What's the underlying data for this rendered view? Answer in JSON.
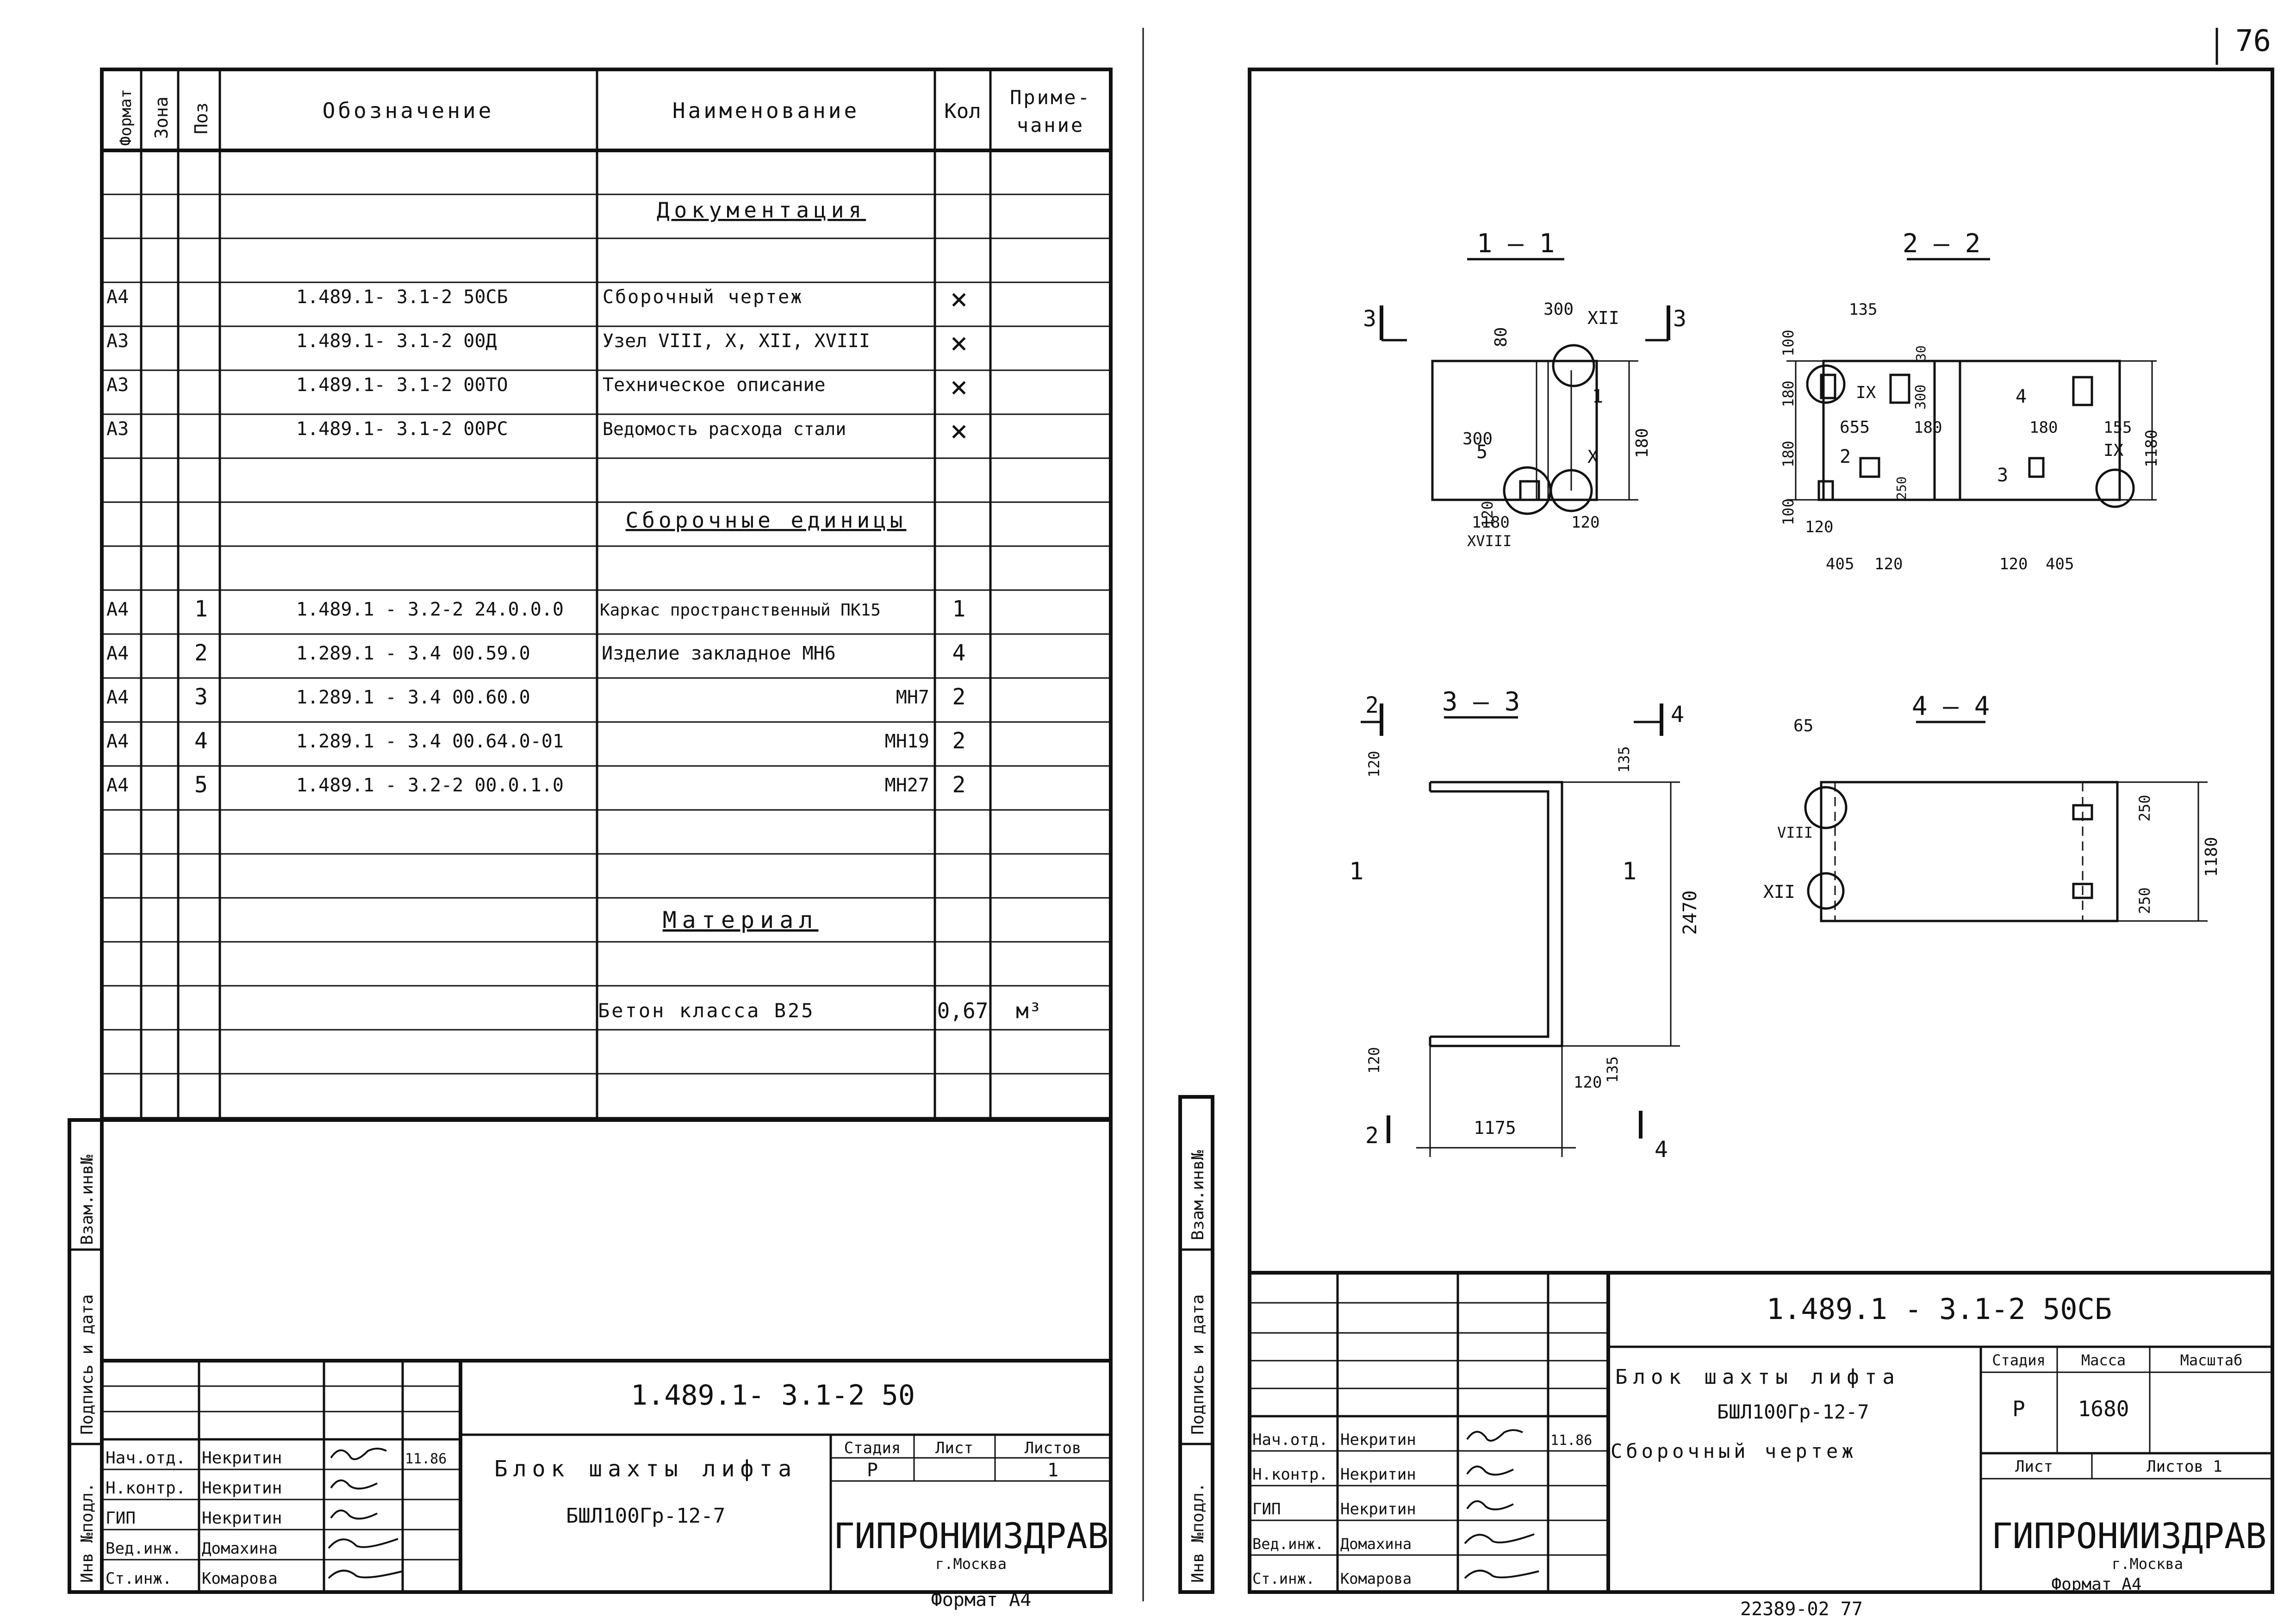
{
  "sheet_number": "76",
  "spec": {
    "header": {
      "format": "Формат",
      "zone": "Зона",
      "pos": "Поз",
      "designation": "Обозначение",
      "name": "Наименование",
      "qty": "Кол",
      "note_line1": "Приме-",
      "note_line2": "чание"
    },
    "sections": {
      "documentation": "Документация",
      "assembly_units": "Сборочные единицы",
      "material": "Материал"
    },
    "doc_rows": [
      {
        "format": "А4",
        "designation": "1.489.1- 3.1-2 50СБ",
        "name": "Сборочный чертеж",
        "qty": "×"
      },
      {
        "format": "А3",
        "designation": "1.489.1- 3.1-2 00Д",
        "name": "Узел VIII, X, XII, XVIII",
        "qty": "×"
      },
      {
        "format": "А3",
        "designation": "1.489.1- 3.1-2 00ТО",
        "name": "Техническое описание",
        "qty": "×"
      },
      {
        "format": "А3",
        "designation": "1.489.1- 3.1-2 00РС",
        "name": "Ведомость расхода стали",
        "qty": "×"
      }
    ],
    "unit_rows": [
      {
        "format": "А4",
        "pos": "1",
        "designation": "1.489.1 - 3.2-2 24.0.0.0",
        "name": "Каркас пространственный ПК15",
        "qty": "1"
      },
      {
        "format": "А4",
        "pos": "2",
        "designation": "1.289.1 - 3.4 00.59.0",
        "name": "Изделие закладное МН6",
        "qty": "4"
      },
      {
        "format": "А4",
        "pos": "3",
        "designation": "1.289.1 - 3.4 00.60.0",
        "name": "МН7",
        "qty": "2"
      },
      {
        "format": "А4",
        "pos": "4",
        "designation": "1.289.1 - 3.4 00.64.0-01",
        "name": "МН19",
        "qty": "2"
      },
      {
        "format": "А4",
        "pos": "5",
        "designation": "1.489.1 - 3.2-2 00.0.1.0",
        "name": "МН27",
        "qty": "2"
      }
    ],
    "material_row": {
      "name": "Бетон класса В25",
      "qty": "0,67",
      "note": "м³"
    }
  },
  "side_labels": {
    "inv_podl": "Инв №подл.",
    "podpis_data": "Подпись и дата",
    "vzam_inv": "Взам.инв№"
  },
  "left_stamp": {
    "code": "1.489.1- 3.1-2 50",
    "title_line1": "Блок шахты лифта",
    "title_line2": "БШЛ100Гр-12-7",
    "stage_label": "Стадия",
    "sheet_label": "Лист",
    "sheets_label": "Листов",
    "stage": "Р",
    "sheets": "1",
    "org": "ГИПРОНИИЗДРАВ",
    "city": "г.Москва",
    "format": "Формат А4",
    "signers": [
      {
        "role": "Нач.отд.",
        "name": "Некритин",
        "date": "11.86"
      },
      {
        "role": "Н.контр.",
        "name": "Некритин",
        "date": ""
      },
      {
        "role": "ГИП",
        "name": "Некритин",
        "date": ""
      },
      {
        "role": "Вед.инж.",
        "name": "Домахина",
        "date": ""
      },
      {
        "role": "Ст.инж.",
        "name": "Комарова",
        "date": ""
      }
    ]
  },
  "right_stamp": {
    "code": "1.489.1 - 3.1-2 50СБ",
    "title_line1": "Блок шахты лифта",
    "title_line2": "БШЛ100Гр-12-7",
    "title_line3": "Сборочный чертеж",
    "stage_label": "Стадия",
    "mass_label": "Масса",
    "scale_label": "Масштаб",
    "stage": "Р",
    "mass": "1680",
    "sheet_label": "Лист",
    "sheets_label": "Листов 1",
    "org": "ГИПРОНИИЗДРАВ",
    "city": "г.Москва",
    "format": "Формат А4",
    "bottom_number": "22389-02    77",
    "signers": [
      {
        "role": "Нач.отд.",
        "name": "Некритин",
        "date": "11.86"
      },
      {
        "role": "Н.контр.",
        "name": "Некритин",
        "date": ""
      },
      {
        "role": "ГИП",
        "name": "Некритин",
        "date": ""
      },
      {
        "role": "Вед.инж.",
        "name": "Домахина",
        "date": ""
      },
      {
        "role": "Ст.инж.",
        "name": "Комарова",
        "date": ""
      }
    ]
  },
  "drawing": {
    "sections": [
      "1 — 1",
      "2 — 2",
      "3 — 3",
      "4 — 4"
    ],
    "cut_marks": [
      "3",
      "3",
      "2",
      "4",
      "1",
      "1",
      "2",
      "4"
    ],
    "dims_11": [
      "300",
      "80",
      "300",
      "1180",
      "120",
      "180",
      "120"
    ],
    "nodes_11": [
      "XII",
      "X",
      "XVIII",
      "5",
      "1"
    ],
    "dims_22": [
      "135",
      "100",
      "180",
      "180",
      "100",
      "120",
      "405",
      "120",
      "655",
      "180",
      "300",
      "30",
      "250",
      "120",
      "405",
      "180",
      "155",
      "1180"
    ],
    "nodes_22": [
      "IX",
      "IX",
      "2",
      "4",
      "3"
    ],
    "dims_33": [
      "120",
      "135",
      "2470",
      "120",
      "120",
      "135",
      "1175"
    ],
    "dims_44": [
      "65",
      "250",
      "250",
      "1180"
    ],
    "nodes_44": [
      "VIII",
      "XII"
    ]
  }
}
